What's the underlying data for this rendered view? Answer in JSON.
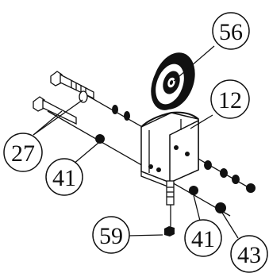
{
  "diagram": {
    "callouts": [
      {
        "id": "c56",
        "label": "56",
        "part": "pulley-wheel"
      },
      {
        "id": "c12",
        "label": "12",
        "part": "mounting-bracket"
      },
      {
        "id": "c27",
        "label": "27",
        "part": "hex-bolts"
      },
      {
        "id": "c41a",
        "label": "41",
        "part": "washer"
      },
      {
        "id": "c41b",
        "label": "41",
        "part": "washer"
      },
      {
        "id": "c59",
        "label": "59",
        "part": "hex-nut-bottom"
      },
      {
        "id": "c43",
        "label": "43",
        "part": "hex-nut"
      }
    ]
  }
}
